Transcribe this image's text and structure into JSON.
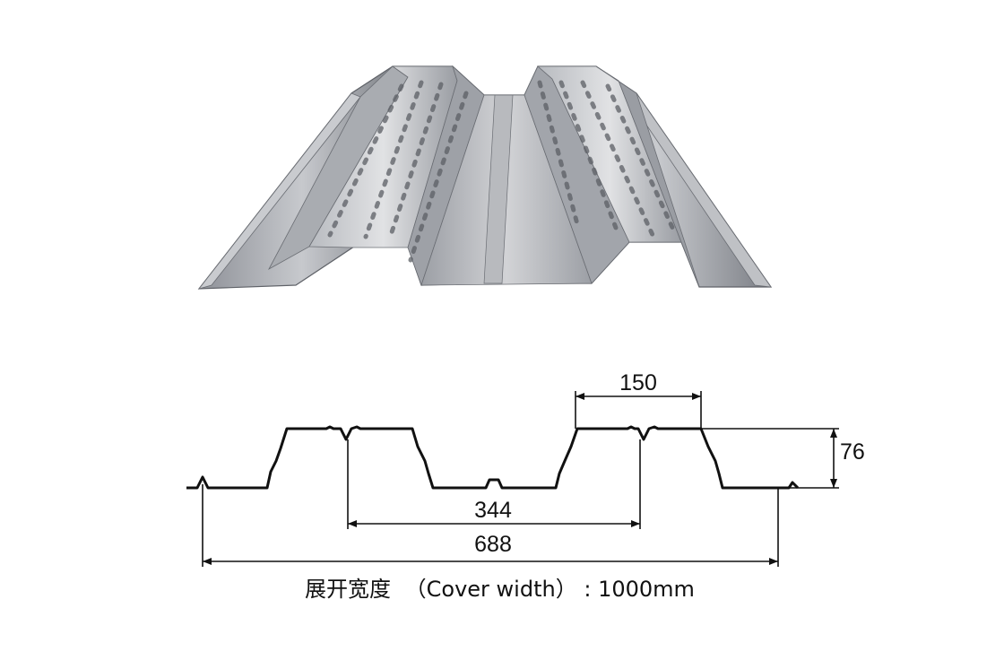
{
  "colors": {
    "metal_light": "#d8d9dc",
    "metal_mid": "#a7aab0",
    "metal_dark": "#6f737a",
    "line": "#111111"
  },
  "dimensions": {
    "rib_top_width": "150",
    "height": "76",
    "pitch": "344",
    "double_pitch": "688"
  },
  "caption": {
    "chinese": "展开宽度",
    "english": "（Cover width）",
    "separator": ":",
    "value": "1000mm"
  }
}
